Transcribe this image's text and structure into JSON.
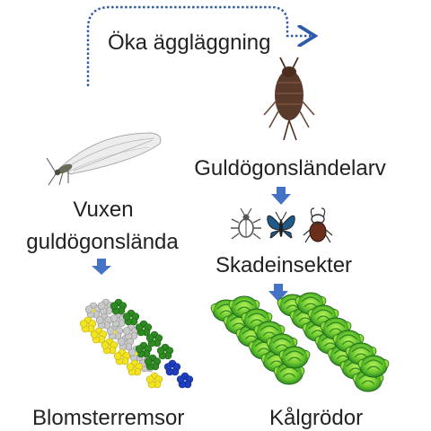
{
  "diagram": {
    "loop_label": "Öka äggläggning",
    "larva_label": "Guldögonsländelarv",
    "adult_label_line1": "Vuxen",
    "adult_label_line2": "guldögonslända",
    "pests_label": "Skadeinsekter",
    "flowers_label": "Blomsterremsor",
    "crops_label": "Kålgrödor"
  },
  "colors": {
    "dotted_arrow": "#2E5AA8",
    "block_arrow": "#4472C4",
    "cabbage_light": "#8FDB3A",
    "cabbage_dark": "#2E8B22",
    "flower_white": "#C9C9C9",
    "flower_yellow": "#F2E421",
    "flower_green": "#2E8B22",
    "flower_blue": "#1F3FBF"
  },
  "icons": [
    "lacewing-adult-icon",
    "lacewing-larva-icon",
    "beetle-icon",
    "butterfly-icon",
    "aphid-icon"
  ]
}
